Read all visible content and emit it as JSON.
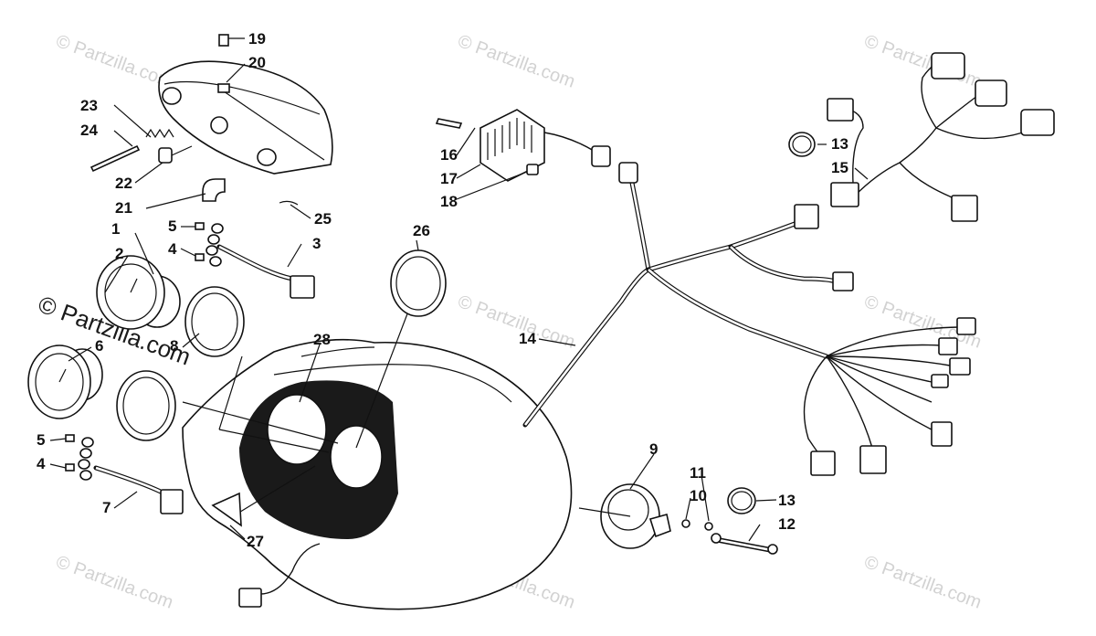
{
  "watermark_text": "© Partzilla.com",
  "callouts": [
    {
      "id": "1",
      "label": "1"
    },
    {
      "id": "2",
      "label": "2"
    },
    {
      "id": "3",
      "label": "3"
    },
    {
      "id": "4a",
      "label": "4"
    },
    {
      "id": "4b",
      "label": "4"
    },
    {
      "id": "5a",
      "label": "5"
    },
    {
      "id": "5b",
      "label": "5"
    },
    {
      "id": "6",
      "label": "6"
    },
    {
      "id": "7",
      "label": "7"
    },
    {
      "id": "8",
      "label": "8"
    },
    {
      "id": "9",
      "label": "9"
    },
    {
      "id": "10",
      "label": "10"
    },
    {
      "id": "11",
      "label": "11"
    },
    {
      "id": "12",
      "label": "12"
    },
    {
      "id": "13a",
      "label": "13"
    },
    {
      "id": "13b",
      "label": "13"
    },
    {
      "id": "14",
      "label": "14"
    },
    {
      "id": "15",
      "label": "15"
    },
    {
      "id": "16",
      "label": "16"
    },
    {
      "id": "17",
      "label": "17"
    },
    {
      "id": "18",
      "label": "18"
    },
    {
      "id": "19",
      "label": "19"
    },
    {
      "id": "20",
      "label": "20"
    },
    {
      "id": "21",
      "label": "21"
    },
    {
      "id": "22",
      "label": "22"
    },
    {
      "id": "23",
      "label": "23"
    },
    {
      "id": "24",
      "label": "24"
    },
    {
      "id": "25",
      "label": "25"
    },
    {
      "id": "26",
      "label": "26"
    },
    {
      "id": "27",
      "label": "27"
    },
    {
      "id": "28",
      "label": "28"
    }
  ]
}
